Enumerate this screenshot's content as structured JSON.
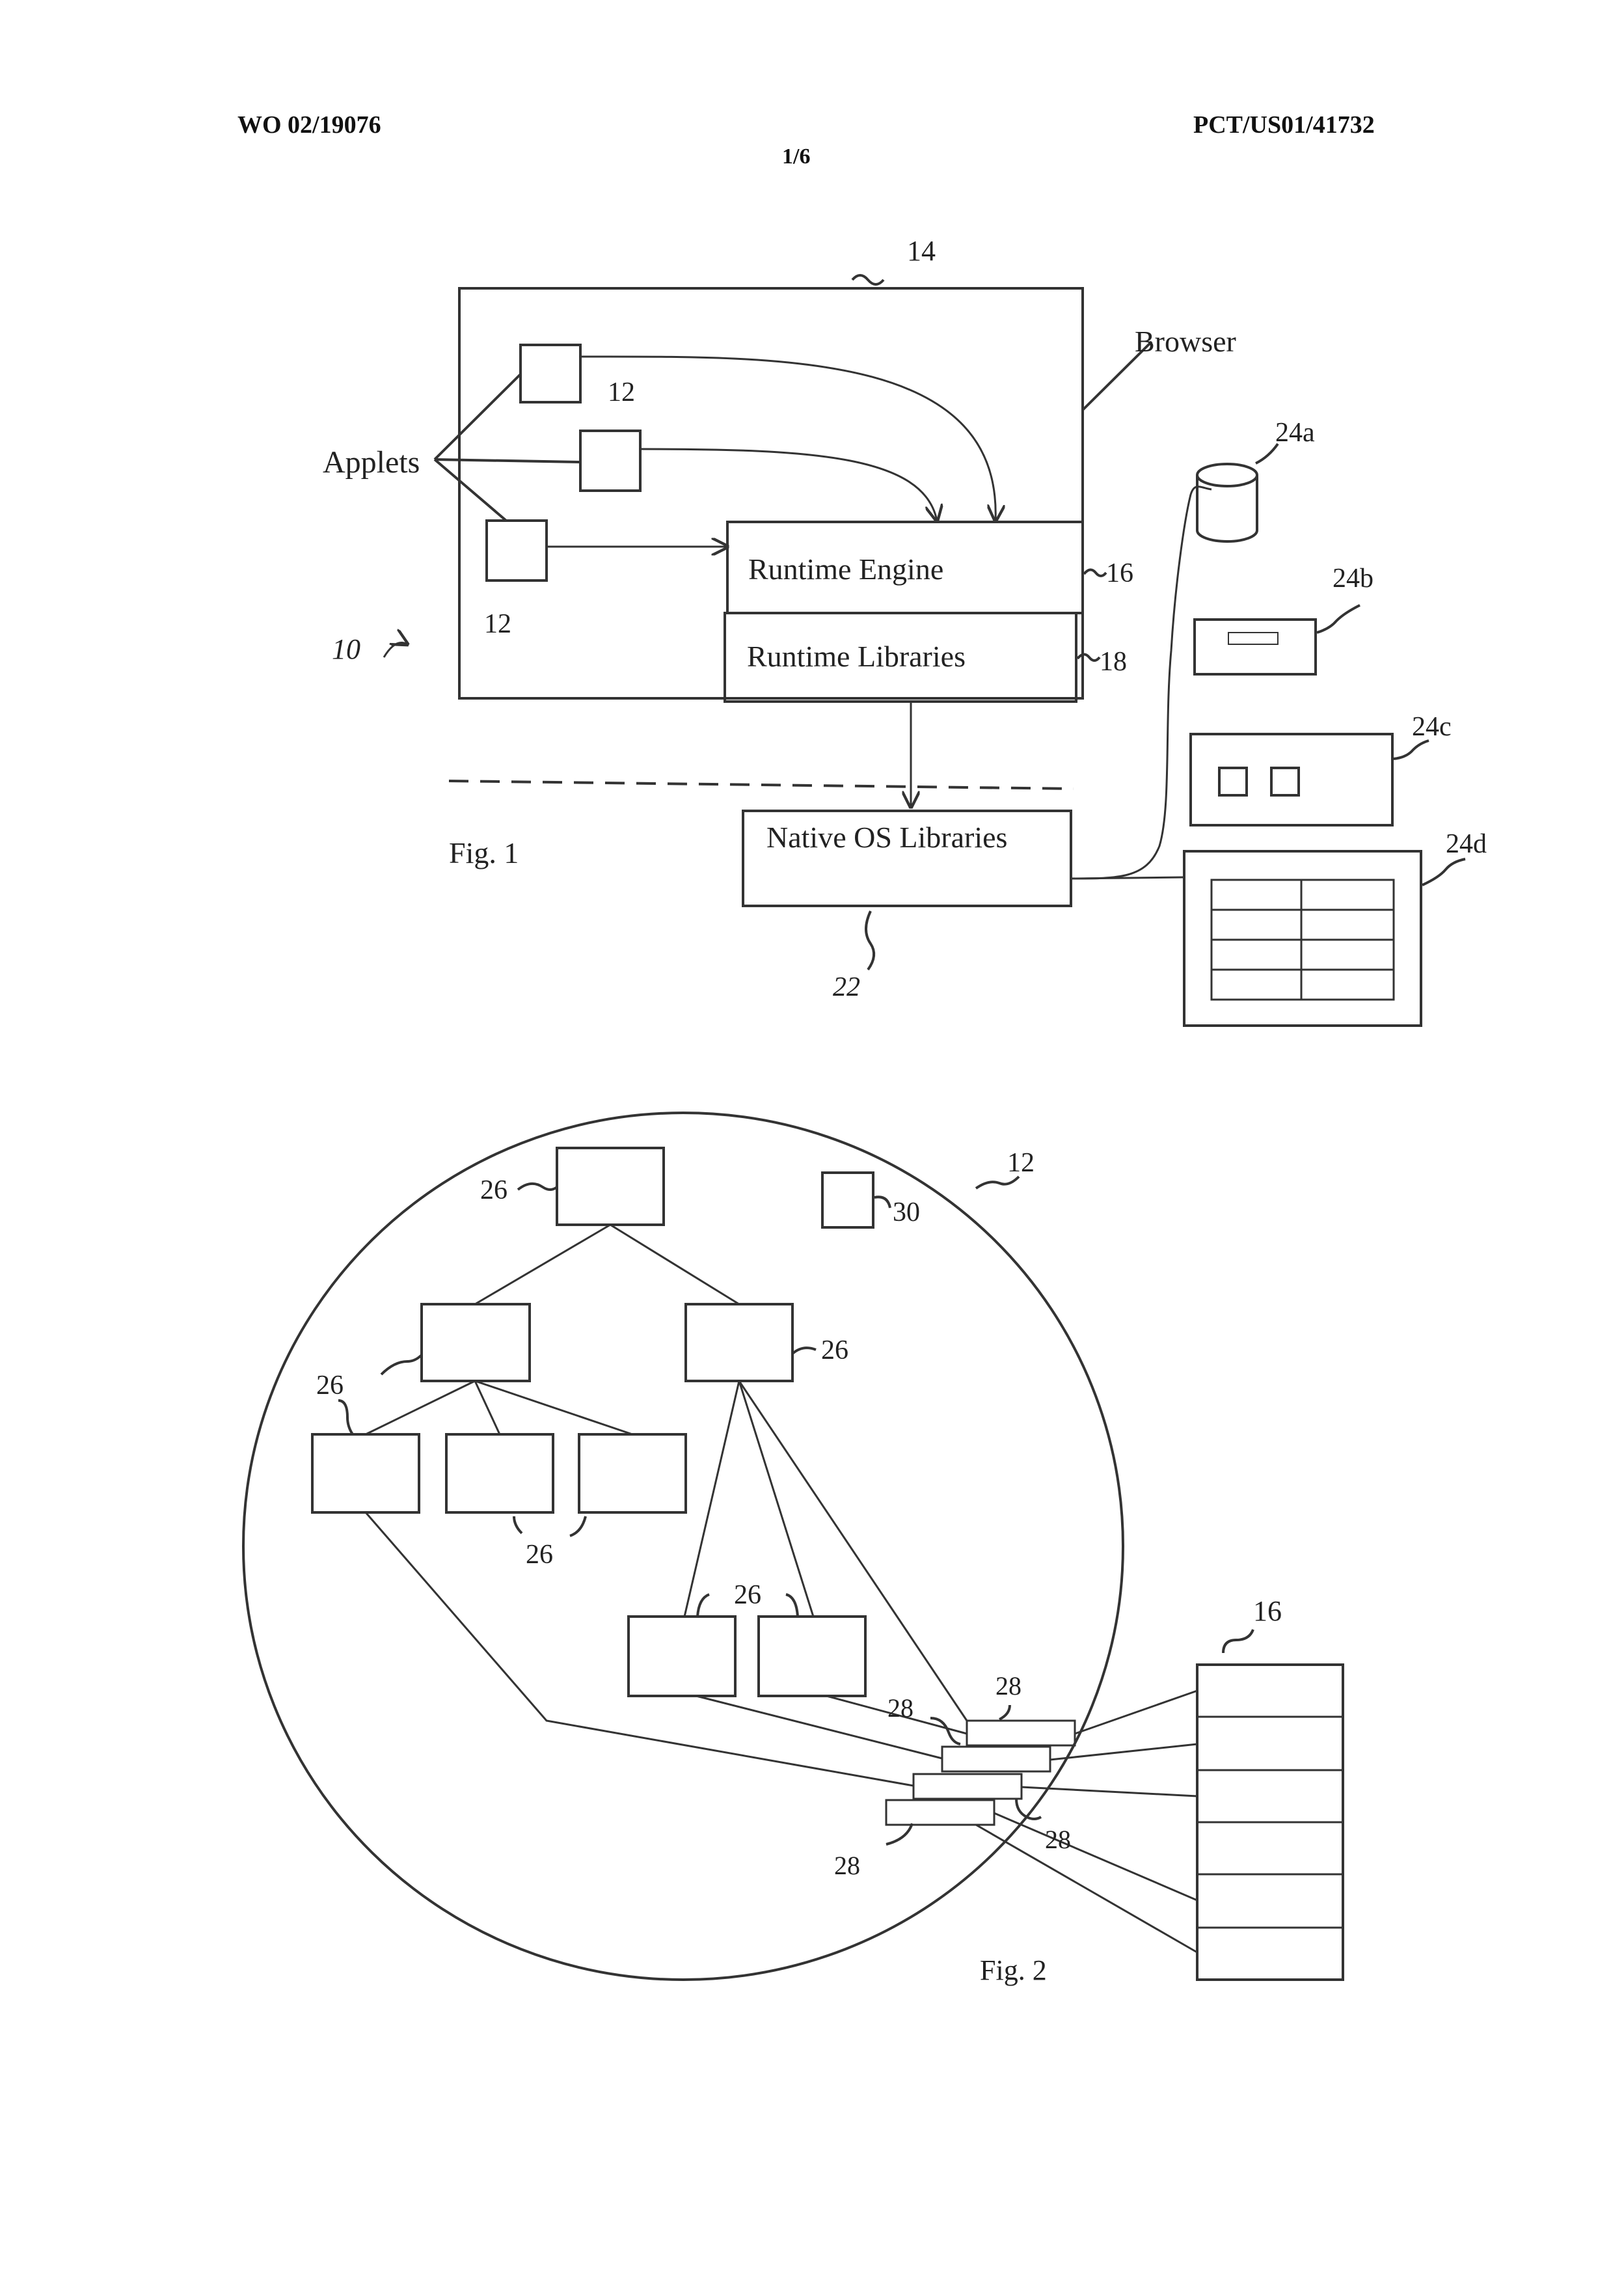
{
  "header": {
    "left": "WO 02/19076",
    "right": "PCT/US01/41732",
    "sheet": "1/6"
  },
  "fig1": {
    "caption": "Fig. 1",
    "browser_label": "Browser",
    "applets_label": "Applets",
    "runtime_engine": "Runtime Engine",
    "runtime_libraries": "Runtime Libraries",
    "native_os_libraries": "Native OS Libraries",
    "ref_14": "14",
    "ref_12a": "12",
    "ref_12b": "12",
    "ref_16": "16",
    "ref_18": "18",
    "ref_10": "10",
    "ref_22": "22",
    "ref_24a": "24a",
    "ref_24b": "24b",
    "ref_24c": "24c",
    "ref_24d": "24d"
  },
  "fig2": {
    "caption": "Fig. 2",
    "ref_12": "12",
    "ref_16": "16",
    "ref_30": "30",
    "ref_26_a": "26",
    "ref_26_b": "26",
    "ref_26_c": "26",
    "ref_26_d": "26",
    "ref_26_e": "26",
    "ref_28_a": "28",
    "ref_28_b": "28",
    "ref_28_c": "28",
    "ref_28_d": "28"
  }
}
